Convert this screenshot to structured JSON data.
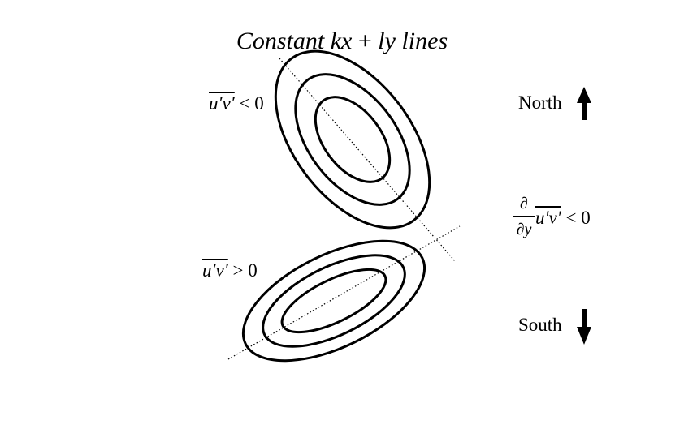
{
  "title": {
    "word_constant": "Constant",
    "expr_kx": "kx",
    "plus": "+",
    "expr_ly": "ly",
    "word_lines": "lines"
  },
  "upper_label": {
    "quantity": "u′v′",
    "relation": "< 0"
  },
  "lower_label": {
    "quantity": "u′v′",
    "relation": "> 0"
  },
  "gradient_label": {
    "numerator": "∂",
    "denominator": "∂y",
    "quantity": "u′v′",
    "relation": "< 0"
  },
  "north": {
    "label": "North",
    "arrow": "up-arrow-icon"
  },
  "south": {
    "label": "South",
    "arrow": "down-arrow-icon"
  },
  "colors": {
    "stroke": "#000000",
    "background": "#ffffff"
  }
}
